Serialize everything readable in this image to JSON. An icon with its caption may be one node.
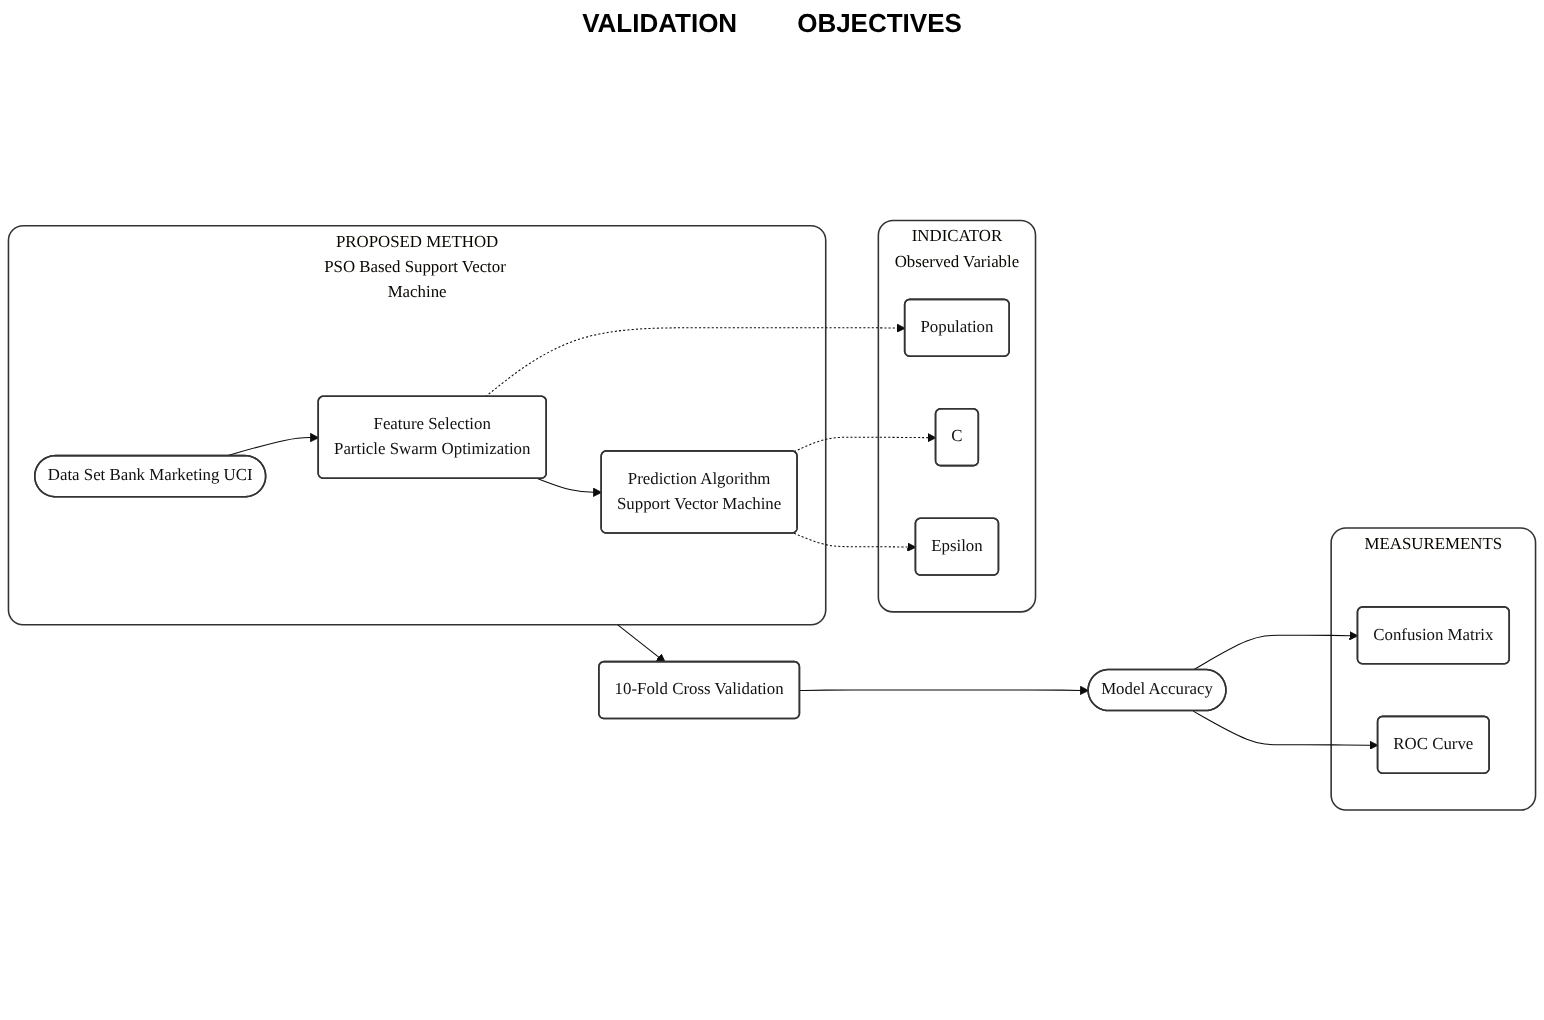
{
  "diagram": {
    "nodes": [
      {
        "text": [
          "INDICATOR",
          "Observed Variable"
        ]
      },
      {
        "text": [
          "Population"
        ],
        "in": 0
      },
      {
        "text": [
          "C"
        ],
        "in": 0
      },
      {
        "text": [
          "Epsilon"
        ],
        "in": 0
      },
      {
        "text": [
          "PROPOSED METHOD",
          "PSO Based Support Vector Machine"
        ]
      },
      {
        "text": [
          "Data Set Bank Marketing UCI"
        ],
        "in": 4
      },
      {
        "text": [
          "Feature Selection",
          "Particle Swarm Optimization"
        ],
        "in": 4
      },
      {
        "text": [
          "Prediction Algorithm",
          "Support Vector Machine"
        ],
        "in": 4
      },
      {
        "text": [
          "10-Fold Cross Validation"
        ]
      },
      {
        "text": [
          "Model Accuracy"
        ]
      },
      {
        "text": [
          "MEASUREMENTS"
        ]
      },
      {
        "text": [
          "Confusion Matrix"
        ],
        "in": 10
      },
      {
        "text": [
          "ROC Curve"
        ],
        "in": 10
      }
    ],
    "edges": [
      {
        "from": 5,
        "to": 6,
        "arrow": "to"
      },
      {
        "from": 6,
        "to": 7,
        "arrow": "to"
      },
      {
        "from": 6,
        "to": 1,
        "arrow": "to",
        "style": "dashed"
      },
      {
        "from": 7,
        "to": 2,
        "arrow": "to",
        "style": "dashed"
      },
      {
        "from": 7,
        "to": 3,
        "arrow": "to",
        "style": "dashed"
      },
      {
        "from": 4,
        "to": 8,
        "arrow": "to"
      },
      {
        "from": 8,
        "to": 9,
        "arrow": "to"
      },
      {
        "from": 9,
        "to": 11,
        "arrow": "to"
      },
      {
        "from": 9,
        "to": 12,
        "arrow": "to"
      }
    ],
    "labels": [
      "VALIDATION",
      "OBJECTIVES"
    ]
  }
}
